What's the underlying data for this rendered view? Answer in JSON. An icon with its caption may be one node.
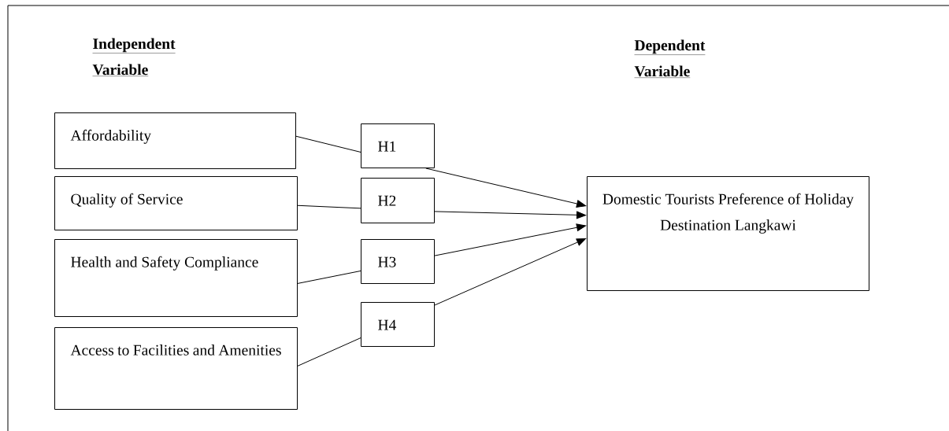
{
  "diagram": {
    "nodes": [
      {
        "text": [
          "Affordability"
        ]
      },
      {
        "text": [
          "Quality of Service"
        ]
      },
      {
        "text": [
          "Health and Safety Compliance"
        ]
      },
      {
        "text": [
          "Access to Facilities and Amenities"
        ]
      },
      {
        "text": [
          "H1"
        ]
      },
      {
        "text": [
          "H2"
        ]
      },
      {
        "text": [
          "H3"
        ]
      },
      {
        "text": [
          "H4"
        ]
      },
      {
        "text": [
          "Domestic Tourists Preference of Holiday Destination Langkawi"
        ]
      }
    ],
    "edges": [
      {
        "from": 0,
        "to": 4,
        "arrow": "none"
      },
      {
        "from": 4,
        "to": 8,
        "arrow": "to"
      },
      {
        "from": 1,
        "to": 5,
        "arrow": "none"
      },
      {
        "from": 5,
        "to": 8,
        "arrow": "to"
      },
      {
        "from": 2,
        "to": 6,
        "arrow": "none"
      },
      {
        "from": 6,
        "to": 8,
        "arrow": "to"
      },
      {
        "from": 3,
        "to": 7,
        "arrow": "none"
      },
      {
        "from": 7,
        "to": 8,
        "arrow": "to"
      }
    ],
    "labels": [
      "Independent Variable",
      "Dependent Variable"
    ]
  }
}
